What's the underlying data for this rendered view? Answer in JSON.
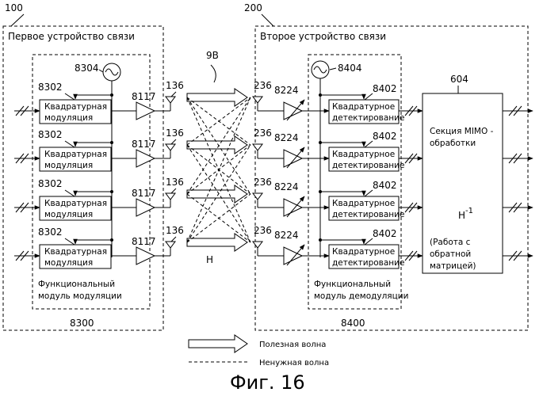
{
  "figure_caption": "Фиг. 16",
  "device1": {
    "ref": "100",
    "title": "Первое устройство связи",
    "module_ref": "8300",
    "module_label_line1": "Функциональный",
    "module_label_line2": "модуль модуляции",
    "oscillator_ref": "8304",
    "block_ref": "8302",
    "block_line1": "Квадратурная",
    "block_line2": "модуляция",
    "amp_ref": "8117",
    "antenna_ref": "136"
  },
  "device2": {
    "ref": "200",
    "title": "Второе устройство связи",
    "module_ref": "8400",
    "module_label_line1": "Функциональный",
    "module_label_line2": "модуль демодуляции",
    "oscillator_ref": "8404",
    "block_ref": "8402",
    "block_line1": "Квадратурное",
    "block_line2": "детектирование",
    "amp_ref": "8224",
    "antenna_ref": "236",
    "mimo": {
      "ref": "604",
      "line1": "Секция MIMO -",
      "line2": "обработки",
      "formula": "H",
      "formula_sup": "-1",
      "note_line1": "(Работа с",
      "note_line2": "обратной",
      "note_line3": "матрицей)"
    }
  },
  "channel": {
    "ref": "9B",
    "matrix_label": "H"
  },
  "legend": {
    "useful": "Полезная волна",
    "unwanted": "Ненужная волна"
  }
}
